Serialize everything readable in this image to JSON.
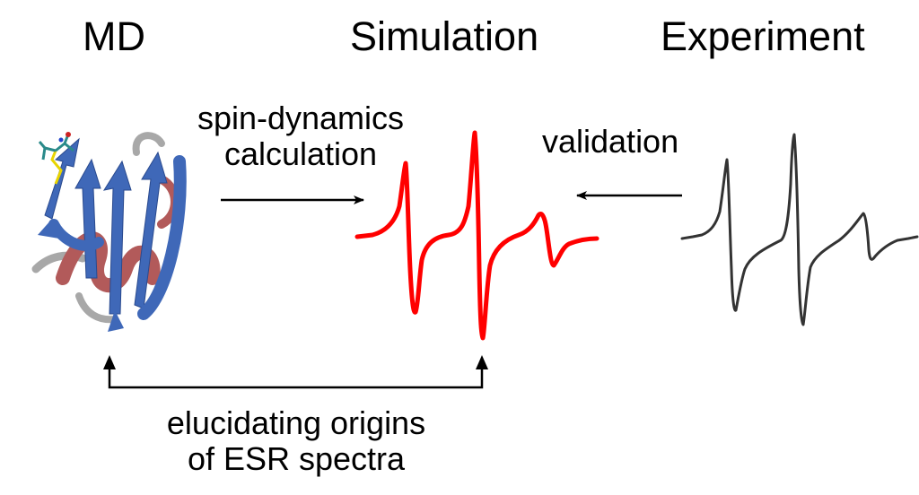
{
  "headers": {
    "md": "MD",
    "simulation": "Simulation",
    "experiment": "Experiment"
  },
  "arrow_labels": {
    "spin_dynamics_line1": "spin-dynamics",
    "spin_dynamics_line2": "calculation",
    "validation": "validation",
    "elucidating_line1": "elucidating origins",
    "elucidating_line2": "of ESR spectra"
  },
  "colors": {
    "simulation_spectrum": "#ff0000",
    "experiment_spectrum": "#333333",
    "beta_strand": "#3f68b8",
    "helix": "#b25a5a",
    "loop": "#a8a8a8",
    "arrow": "#000000"
  },
  "icons": {
    "protein": "protein-ribbon-structure",
    "spin_label": "nitroxide-spin-label"
  }
}
